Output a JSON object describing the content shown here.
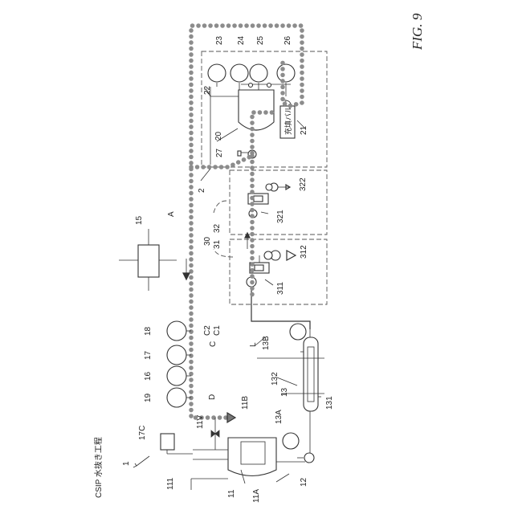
{
  "figure": {
    "title": "FIG. 9",
    "system_label": "1",
    "process_label": "CSIP 水抜き工程"
  },
  "filling_valve_text": "充填バルブ",
  "labels": {
    "n23": "23",
    "n24": "24",
    "n25": "25",
    "n26": "26",
    "n22": "22",
    "n20": "20",
    "n21": "21",
    "n27": "27",
    "n2": "2",
    "n322": "322",
    "n321": "321",
    "n312": "312",
    "n311": "311",
    "n32": "32",
    "n31": "31",
    "n30": "30",
    "A": "A",
    "n15": "15",
    "C2": "C2",
    "C1": "C1",
    "C": "C",
    "L": "L",
    "n18": "18",
    "n17": "17",
    "n16": "16",
    "n19": "19",
    "n13B": "13B",
    "n132": "132",
    "n13": "13",
    "n131": "131",
    "D": "D",
    "n11B": "11B",
    "n11V": "11V",
    "n13A": "13A",
    "n17C": "17C",
    "n111": "111",
    "n11": "11",
    "n11A": "11A",
    "n12": "12"
  }
}
